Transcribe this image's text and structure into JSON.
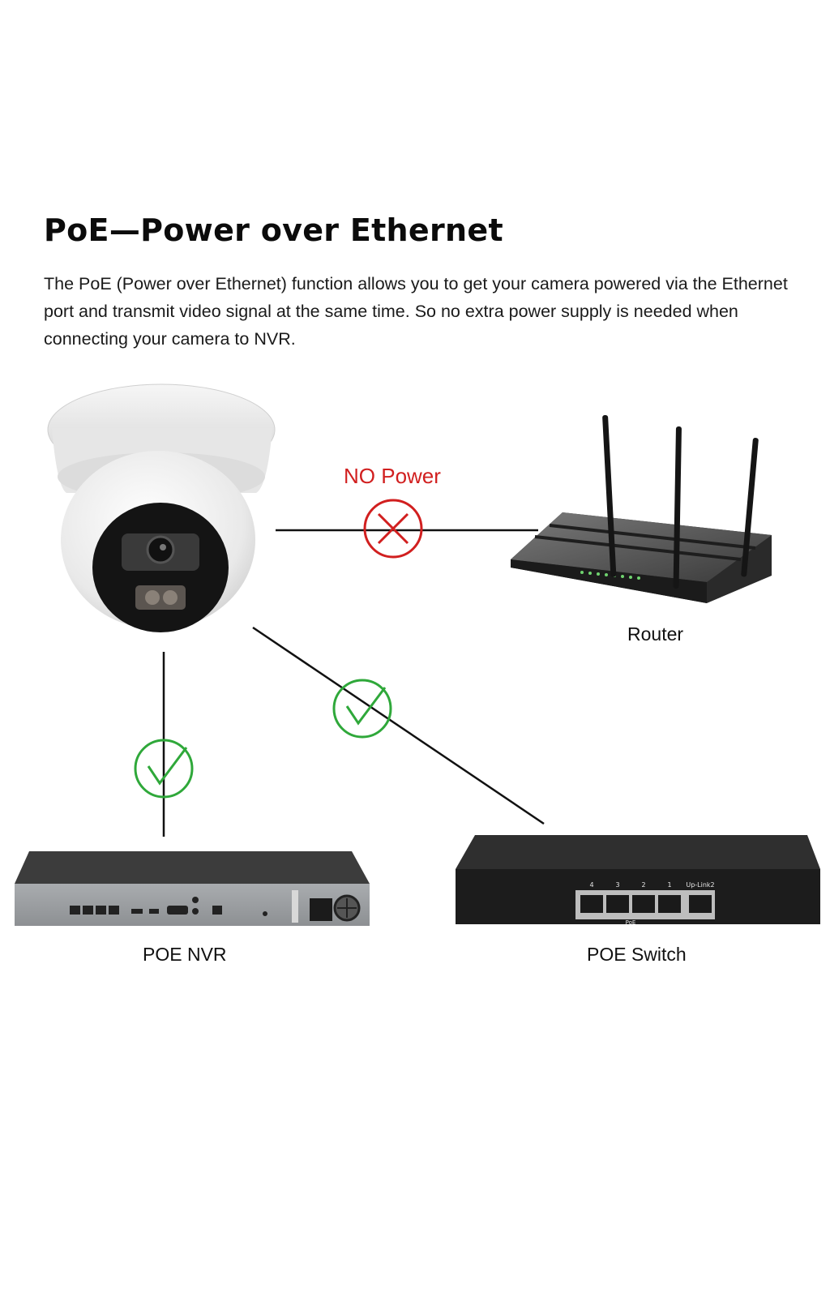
{
  "title": "PoE—Power over Ethernet",
  "description": "The PoE (Power over Ethernet) function allows you to get your camera powered via the Ethernet port and transmit video signal at the same time. So no extra power supply is needed when connecting your camera to NVR.",
  "connections": {
    "no_power_label": "NO Power"
  },
  "devices": {
    "router": "Router",
    "poe_nvr": "POE NVR",
    "poe_switch": "POE Switch"
  },
  "switch_ports": [
    "4",
    "3",
    "2",
    "1",
    "Up-Link2"
  ],
  "switch_poe_label": "PoE",
  "colors": {
    "no_power": "#d11f1f",
    "ok": "#2fa83a",
    "device_dark": "#2b2b2b",
    "camera_white": "#f2f2f2"
  }
}
